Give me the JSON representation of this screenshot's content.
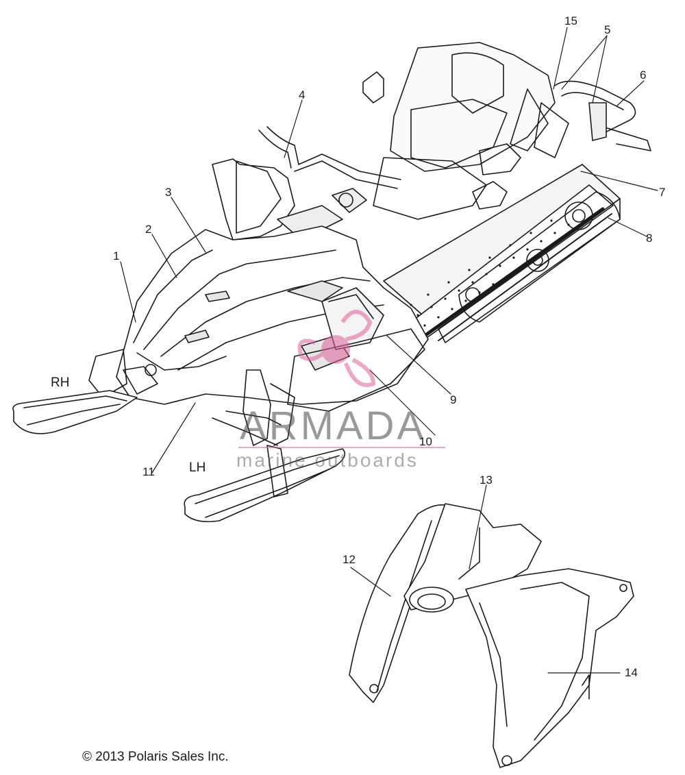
{
  "colors": {
    "line": "#1a1a1a",
    "watermark_accent": "#e0609a",
    "watermark_text": "#555555"
  },
  "callouts": [
    "1",
    "2",
    "3",
    "4",
    "5",
    "6",
    "7",
    "8",
    "9",
    "10",
    "11",
    "12",
    "13",
    "14",
    "15"
  ],
  "side_labels": {
    "rh": "RH",
    "lh": "LH"
  },
  "watermark": {
    "brand": "ARMADA",
    "tagline": "marine outboards"
  },
  "copyright": "© 2013 Polaris Sales Inc."
}
